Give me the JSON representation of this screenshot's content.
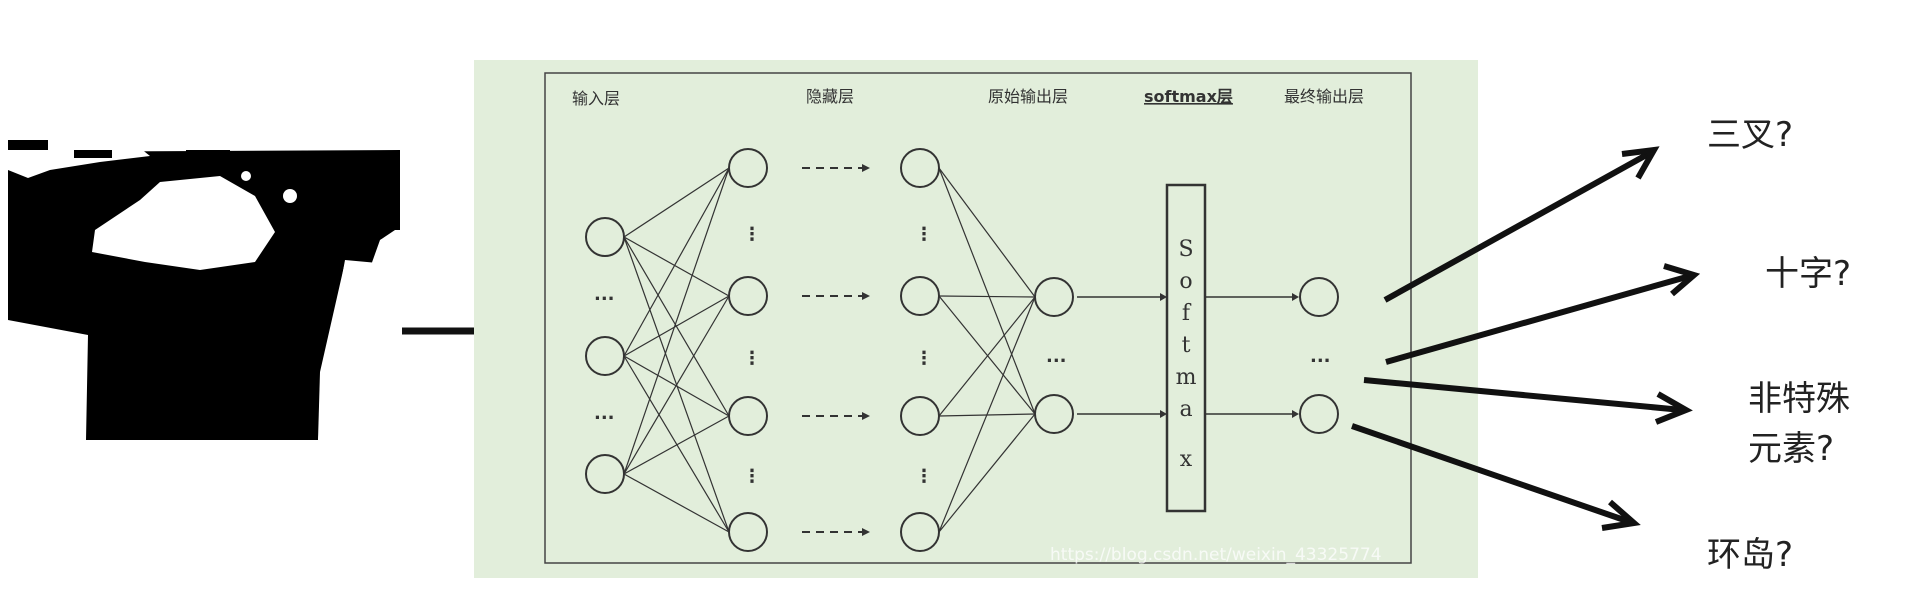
{
  "diagram": {
    "layers": {
      "input": "输入层",
      "hidden": "隐藏层",
      "raw_output": "原始输出层",
      "softmax": "softmax层",
      "final_output": "最终输出层"
    },
    "softmax_box_letters": [
      "S",
      "o",
      "f",
      "t",
      "m",
      "a",
      "x"
    ],
    "ellipsis": "...",
    "vertical_ellipsis": "⋮",
    "outputs": [
      {
        "lines": [
          "三叉?"
        ]
      },
      {
        "lines": [
          "十字?"
        ]
      },
      {
        "lines": [
          "非特殊",
          "元素?"
        ]
      },
      {
        "lines": [
          "环岛?"
        ]
      }
    ],
    "watermark": "https://blog.csdn.net/weixin_43325774"
  },
  "colors": {
    "panel_bg": "#e2eedb",
    "line": "#333333",
    "arrow": "#111111"
  }
}
